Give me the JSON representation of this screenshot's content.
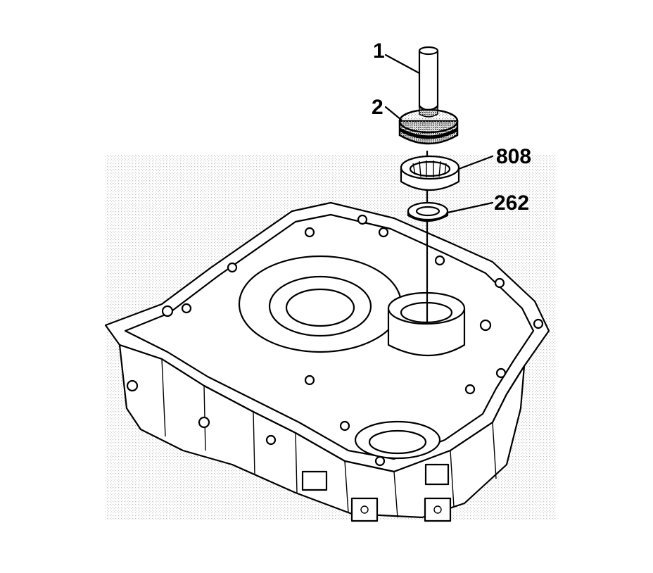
{
  "diagram": {
    "callouts": [
      {
        "id": "1",
        "label": "1"
      },
      {
        "id": "2",
        "label": "2"
      },
      {
        "id": "808",
        "label": "808"
      },
      {
        "id": "262",
        "label": "262"
      }
    ],
    "colors": {
      "line": "#000000",
      "background": "#ffffff",
      "stipple": "#9a9a9a"
    }
  }
}
